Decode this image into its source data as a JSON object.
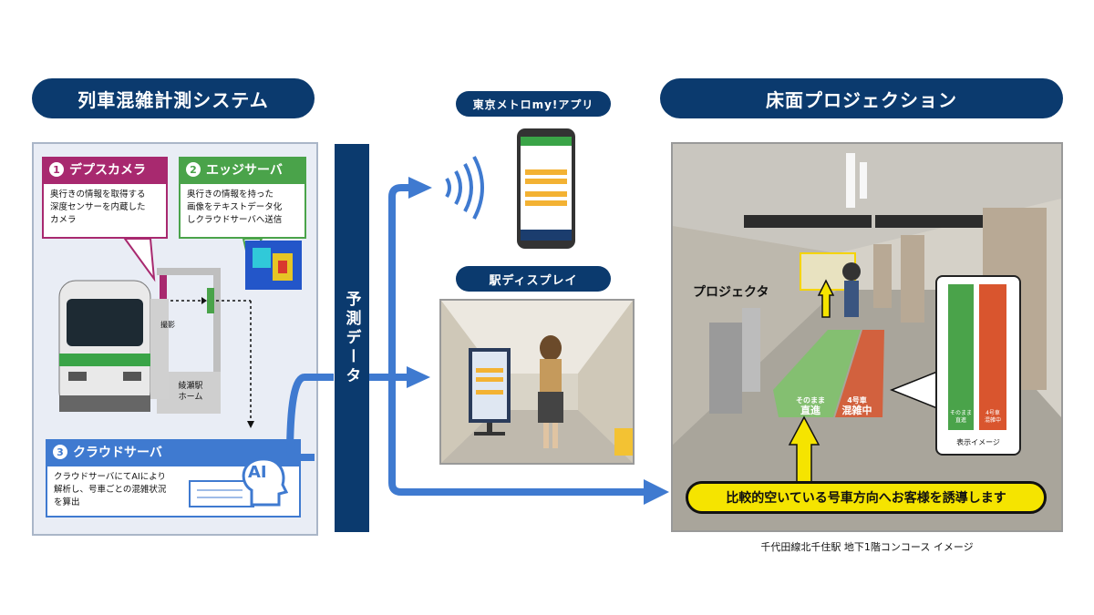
{
  "left": {
    "title": "列車混雑計測システム",
    "depth_camera": {
      "label": "デプスカメラ",
      "number": "1",
      "description": [
        "奥行きの情報を取得する",
        "深度センサーを内蔵した",
        "カメラ"
      ]
    },
    "edge_server": {
      "label": "エッジサーバ",
      "number": "2",
      "description": [
        "奥行きの情報を持った",
        "画像をテキストデータ化",
        "しクラウドサーバへ送信"
      ]
    },
    "cloud_server": {
      "label": "クラウドサーバ",
      "number": "3",
      "description": [
        "クラウドサーバにてAIにより",
        "解析し、号車ごとの混雑状況",
        "を算出"
      ],
      "ai_label": "AI"
    },
    "shoot_label": "撮影",
    "station_label": [
      "綾瀬駅",
      "ホーム"
    ]
  },
  "center": {
    "forecast_label": "予測データ",
    "app_title": "東京メトロmy!アプリ",
    "display_title": "駅ディスプレイ"
  },
  "right": {
    "title": "床面プロジェクション",
    "projector_label": "プロジェクタ",
    "floor_green_text": [
      "そのまま",
      "直進"
    ],
    "floor_orange_text": [
      "4号車",
      "混雑中"
    ],
    "inset_green_text": [
      "そのまま",
      "直進"
    ],
    "inset_orange_text": [
      "4号車",
      "混雑中"
    ],
    "inset_caption": "表示イメージ",
    "banner": "比較的空いている号車方向へお客様を誘導します",
    "caption": "千代田線北千住駅 地下1階コンコース イメージ"
  },
  "colors": {
    "navy": "#0b3a6e",
    "magenta": "#a8296f",
    "green": "#4aa34a",
    "blue": "#3f7ad0",
    "yellow": "#f5e400",
    "orange": "#d9552e"
  }
}
